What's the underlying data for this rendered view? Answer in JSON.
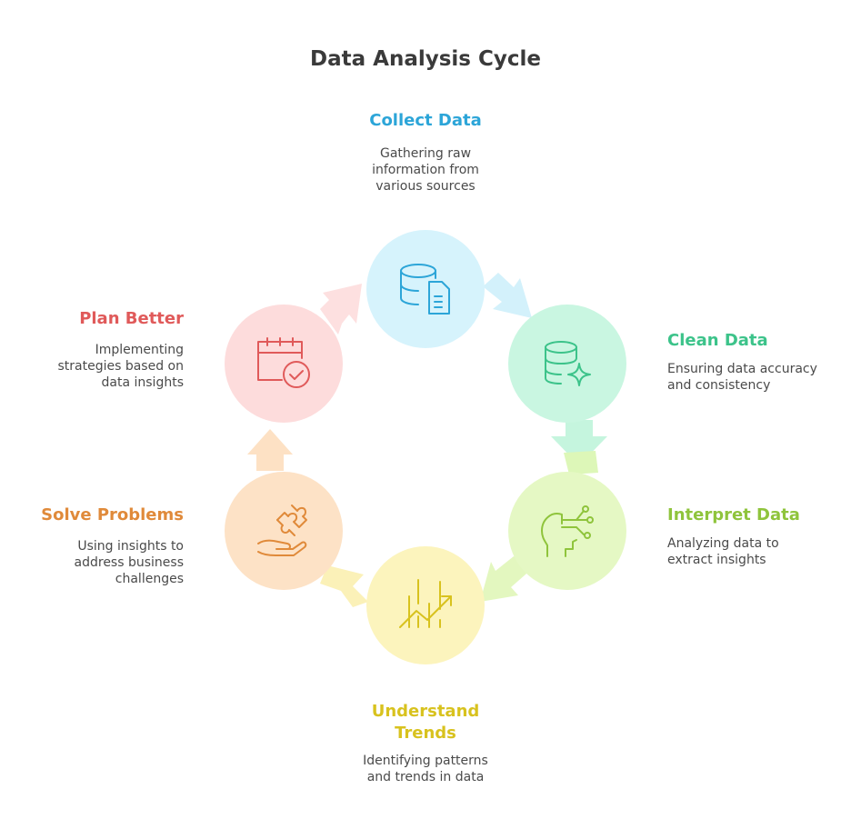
{
  "title": "Data Analysis Cycle",
  "colors": {
    "collect": "#2ca5d8",
    "clean": "#3cc38a",
    "interpret": "#8fc43c",
    "trends": "#d8c21e",
    "solve": "#e08a3a",
    "plan": "#e05a5a"
  },
  "steps": [
    {
      "label": "Collect Data",
      "desc": [
        "Gathering raw",
        "information from",
        "various sources"
      ],
      "icon": "database-document-icon"
    },
    {
      "label": "Clean Data",
      "desc": [
        "Ensuring data accuracy",
        "and consistency"
      ],
      "icon": "database-sparkle-icon"
    },
    {
      "label": "Interpret Data",
      "desc": [
        "Analyzing data to",
        "extract insights"
      ],
      "icon": "head-circuit-icon"
    },
    {
      "label": [
        "Understand",
        "Trends"
      ],
      "desc": [
        "Identifying patterns",
        "and trends in data"
      ],
      "icon": "trend-chart-icon"
    },
    {
      "label": "Solve Problems",
      "desc": [
        "Using insights to",
        "address business",
        "challenges"
      ],
      "icon": "puzzle-hand-icon"
    },
    {
      "label": "Plan Better",
      "desc": [
        "Implementing",
        "strategies based on",
        "data insights"
      ],
      "icon": "calendar-check-icon"
    }
  ]
}
